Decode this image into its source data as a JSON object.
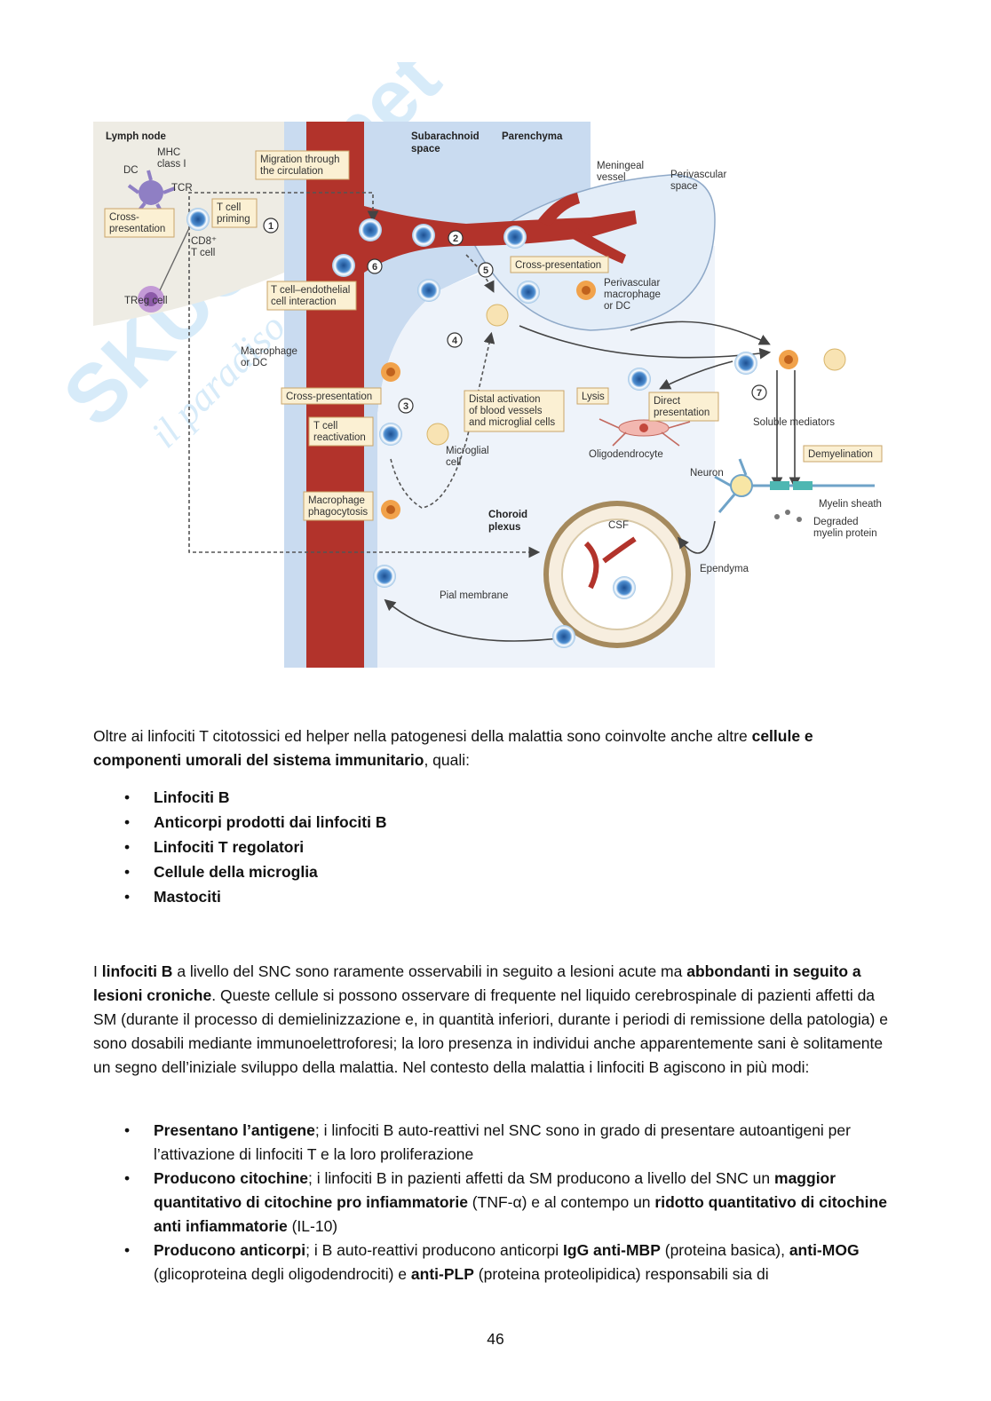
{
  "figure": {
    "regions": {
      "lymph_node": "Lymph node",
      "subarachnoid_space": "Subarachnoid\nspace",
      "parenchyma": "Parenchyma"
    },
    "labels": {
      "mhc": "MHC\nclass I",
      "dc": "DC",
      "tcr": "TCR",
      "cd8": "CD8⁺\nT cell",
      "treg": "TReg cell",
      "meningeal_vessel": "Meningeal\nvessel",
      "perivascular_space": "Perivascular\nspace",
      "perivascular_macrophage": "Perivascular\nmacrophage\nor DC",
      "macrophage_or_dc": "Macrophage\nor DC",
      "microglial_cell": "Microglial\ncell",
      "oligodendrocyte": "Oligodendrocyte",
      "neuron": "Neuron",
      "soluble_mediators": "Soluble mediators",
      "myelin_sheath": "Myelin sheath",
      "degraded_myelin": "Degraded\nmyelin protein",
      "choroid_plexus": "Choroid\nplexus",
      "csf": "CSF",
      "ependyma": "Ependyma",
      "pial_membrane": "Pial membrane"
    },
    "boxes": {
      "migration": "Migration through\nthe circulation",
      "cross_presentation_ln": "Cross-\npresentation",
      "t_cell_priming": "T cell\npriming",
      "cross_presentation_top": "Cross-presentation",
      "t_cell_endothelial": "T cell–endothelial\ncell interaction",
      "cross_presentation_mid": "Cross-presentation",
      "t_cell_reactivation": "T cell\nreactivation",
      "distal_activation": "Distal activation\nof blood vessels\nand microglial cells",
      "lysis": "Lysis",
      "direct_presentation": "Direct\npresentation",
      "demyelination": "Demyelination",
      "macrophage_phagocytosis": "Macrophage\nphagocytosis"
    },
    "steps": [
      "1",
      "2",
      "3",
      "4",
      "5",
      "6",
      "7"
    ]
  },
  "intro": {
    "p1": "Oltre ai linfociti T citotossici ed helper nella patogenesi della malattia sono coinvolte anche altre ",
    "p1_bold": "cellule e componenti umorali del sistema immunitario",
    "p1_end": ", quali:"
  },
  "list1": [
    "Linfociti B",
    "Anticorpi prodotti dai linfociti B",
    "Linfociti T regolatori",
    "Cellule della microglia",
    "Mastociti"
  ],
  "para2": {
    "a": "I ",
    "b": "linfociti B",
    "c": " a livello del SNC sono raramente osservabili in seguito a lesioni acute ma ",
    "d": "abbondanti in seguito a lesioni croniche",
    "e": ". Queste cellule si possono osservare di frequente nel liquido cerebrospinale di pazienti affetti da SM (durante il processo di demielinizzazione e, in quantità inferiori, durante i periodi di remissione della patologia) e sono dosabili mediante immunoelettroforesi; la loro presenza in individui anche apparentemente sani è solitamente un segno dell’iniziale sviluppo della malattia. Nel contesto della malattia i linfociti B agiscono in più modi:"
  },
  "list2": [
    {
      "bold": "Presentano l’antigene",
      "text": "; i linfociti B auto-reattivi nel SNC sono in grado di presentare autoantigeni per l’attivazione di linfociti T e la loro proliferazione"
    },
    {
      "bold": "Producono citochine",
      "text": "; i linfociti B in pazienti affetti da SM producono a livello del SNC un ",
      "bold2": "maggior quantitativo di citochine pro infiammatorie",
      "text2": " (TNF-α) e al contempo un ",
      "bold3": "ridotto quantitativo di citochine anti infiammatorie",
      "text3": " (IL-10)"
    },
    {
      "bold": "Producono anticorpi",
      "text": "; i B auto-reattivi producono anticorpi ",
      "bold2": "IgG anti-MBP",
      "text2": " (proteina basica), ",
      "bold3": "anti-MOG",
      "text3": " (glicoproteina degli oligodendrociti) e ",
      "bold4": "anti-PLP",
      "text4": " (proteina proteolipidica) responsabili sia di"
    }
  ],
  "page_number": "46",
  "watermark": {
    "line1": "SKUOLA.net",
    "line2": "il paradiso dello studente"
  }
}
